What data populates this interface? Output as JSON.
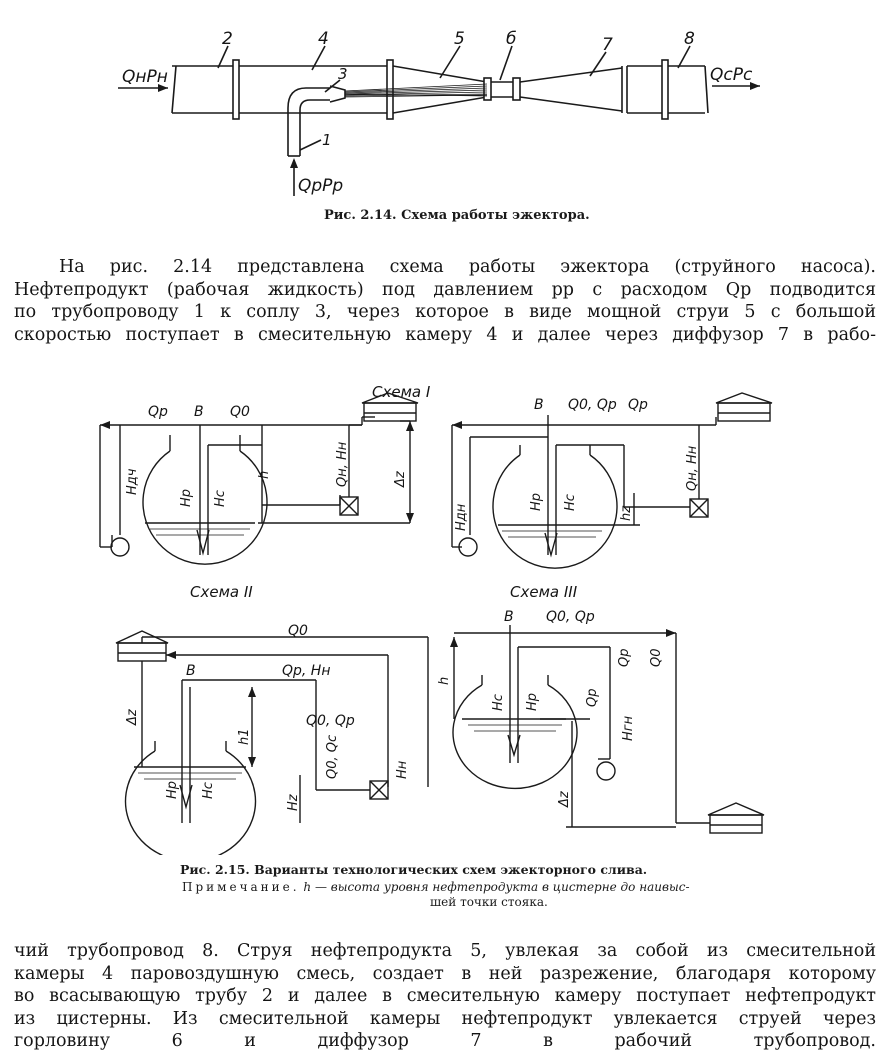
{
  "fig214": {
    "labels": {
      "n2": "2",
      "n4": "4",
      "n5": "5",
      "n6": "б",
      "n7": "7",
      "n8": "8",
      "n3": "3",
      "n1": "1",
      "inlet": "QнPн",
      "outlet": "QсPс",
      "worker": "QрPр"
    },
    "caption": "Рис. 2.14. Схема работы эжектора."
  },
  "paragraph1": [
    "На рис. 2.14 представлена схема работы эжектора (струйного насоса).",
    "Нефтепродукт (рабочая жидкость) под давлением pр с расходом Qр подводится",
    "по трубопроводу 1 к соплу 3, через которое в виде мощной струи 5 с большой",
    "скоростью поступает в смесительную камеру 4 и далее через диффузор 7 в рабо-"
  ],
  "fig215": {
    "scheme1": {
      "title": "Схема I",
      "qp": "Qр",
      "b": "B",
      "q0": "Q0",
      "hdch": "Hдч",
      "hp": "Hр",
      "hc": "Hс",
      "h": "h",
      "qhhh": "Qн, Hн",
      "dz": "Δz"
    },
    "scheme_top_right": {
      "b": "B",
      "q0qp": "Q0, Qр",
      "qp": "Qр",
      "hdn": "Hдн",
      "hp": "Hр",
      "hc": "Hс",
      "hz": "hz",
      "qhhh": "Qн, Hн"
    },
    "scheme2": {
      "title": "Схема II",
      "q0": "Q0",
      "b": "B",
      "qphh": "Qр, Hн",
      "dz": "Δz",
      "h1": "h1",
      "q0qp": "Q0, Qр",
      "q0qc": "Q0, Qс",
      "hn": "Hн",
      "hp": "Hр",
      "hc": "Hс",
      "hz": "Hz"
    },
    "scheme3": {
      "title": "Схема III",
      "b": "B",
      "q0qp": "Q0, Qр",
      "qp": "Qр",
      "q0": "Q0",
      "h": "h",
      "hc": "Hс",
      "hp": "Hр",
      "qp2": "Qр",
      "hgn": "Hгн",
      "dz": "Δz"
    },
    "caption": "Рис. 2.15. Варианты технологических схем эжекторного слива.",
    "note_word": "Примечание.",
    "note_text": "h — высота уровня нефтепродукта в цистерне до наивыс-",
    "note_text2": "шей точки стояка."
  },
  "paragraph2": [
    "чий трубопровод 8. Струя нефтепродукта 5, увлекая за собой из смесительной",
    "камеры 4 паровоздушную смесь, создает в ней разрежение, благодаря которому",
    "во всасывающую трубу 2 и далее в смесительную камеру поступает нефтепродукт",
    "из цистерны. Из смесительной камеры нефтепродукт увлекается струей через",
    "горловину 6 и диффузор 7 в рабочий трубопровод."
  ]
}
